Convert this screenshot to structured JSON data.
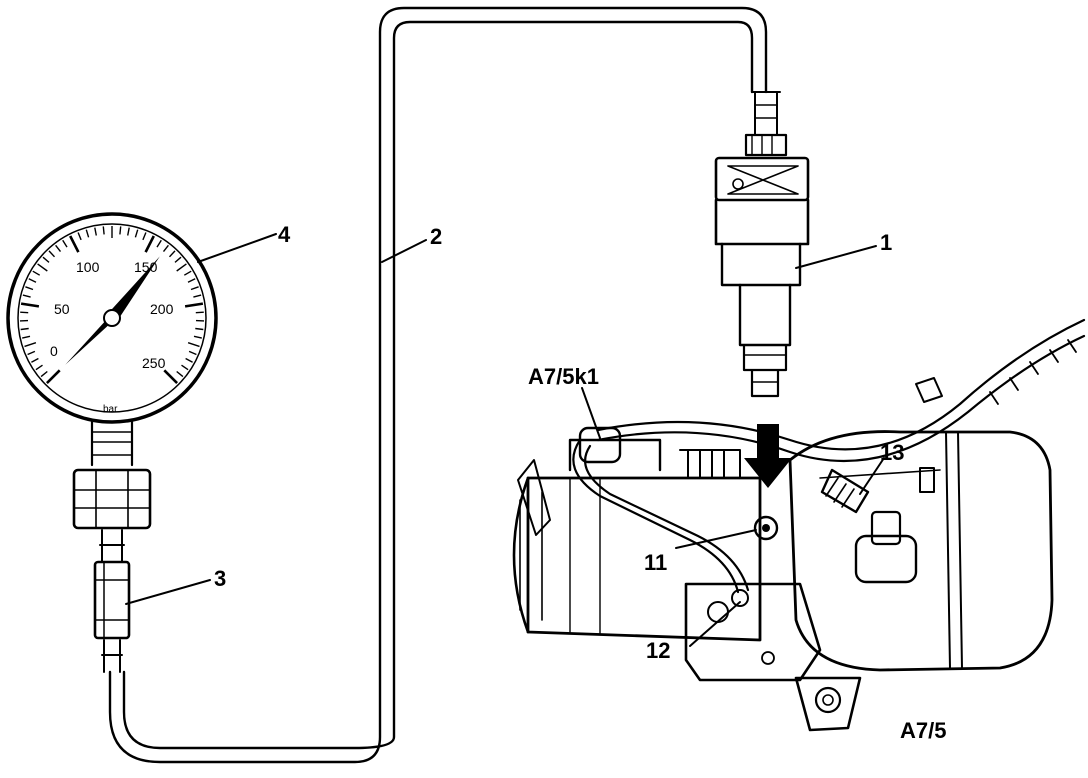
{
  "callouts": {
    "c1": "1",
    "c2": "2",
    "c3": "3",
    "c4": "4",
    "c11": "11",
    "c12": "12",
    "c13": "13",
    "a75k1": "A7/5k1",
    "a75": "A7/5"
  },
  "gauge": {
    "unit": "bar",
    "scale_labels": [
      "0",
      "50",
      "100",
      "150",
      "200",
      "250"
    ],
    "needle_value": 160
  }
}
